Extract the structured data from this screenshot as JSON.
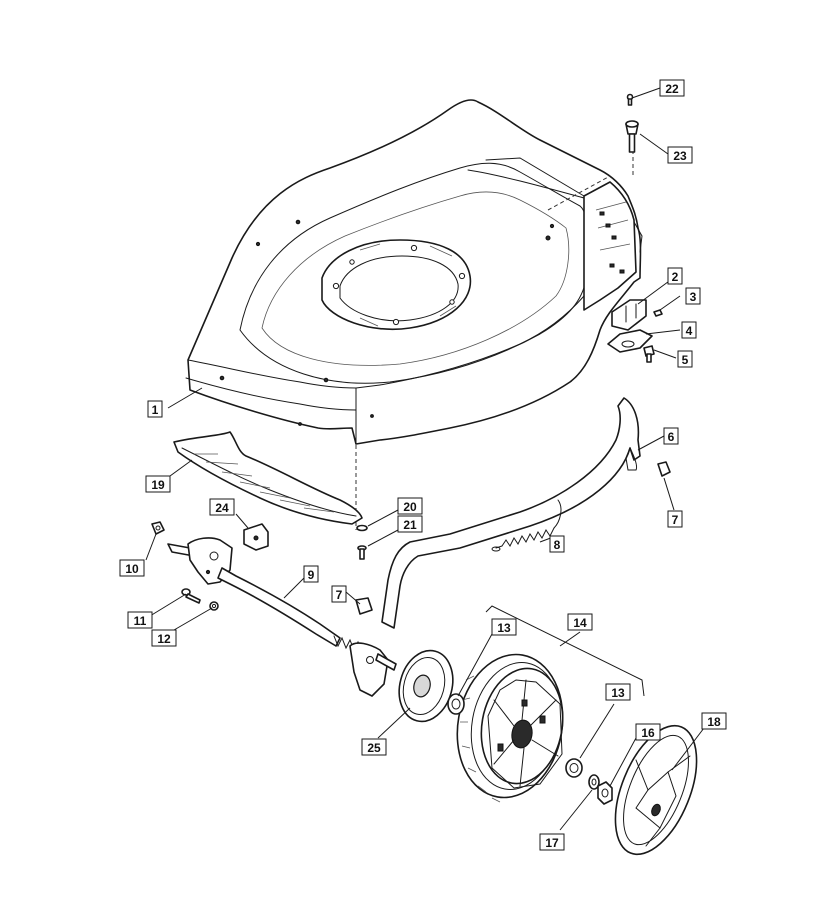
{
  "callouts": [
    {
      "id": "c1",
      "label": "1"
    },
    {
      "id": "c2",
      "label": "2"
    },
    {
      "id": "c3",
      "label": "3"
    },
    {
      "id": "c4",
      "label": "4"
    },
    {
      "id": "c5",
      "label": "5"
    },
    {
      "id": "c6",
      "label": "6"
    },
    {
      "id": "c7a",
      "label": "7"
    },
    {
      "id": "c7b",
      "label": "7"
    },
    {
      "id": "c8",
      "label": "8"
    },
    {
      "id": "c9",
      "label": "9"
    },
    {
      "id": "c10",
      "label": "10"
    },
    {
      "id": "c11",
      "label": "11"
    },
    {
      "id": "c12",
      "label": "12"
    },
    {
      "id": "c13a",
      "label": "13"
    },
    {
      "id": "c13b",
      "label": "13"
    },
    {
      "id": "c14",
      "label": "14"
    },
    {
      "id": "c16",
      "label": "16"
    },
    {
      "id": "c17",
      "label": "17"
    },
    {
      "id": "c18",
      "label": "18"
    },
    {
      "id": "c19",
      "label": "19"
    },
    {
      "id": "c20",
      "label": "20"
    },
    {
      "id": "c21",
      "label": "21"
    },
    {
      "id": "c22",
      "label": "22"
    },
    {
      "id": "c23",
      "label": "23"
    },
    {
      "id": "c24",
      "label": "24"
    },
    {
      "id": "c25",
      "label": "25"
    }
  ]
}
